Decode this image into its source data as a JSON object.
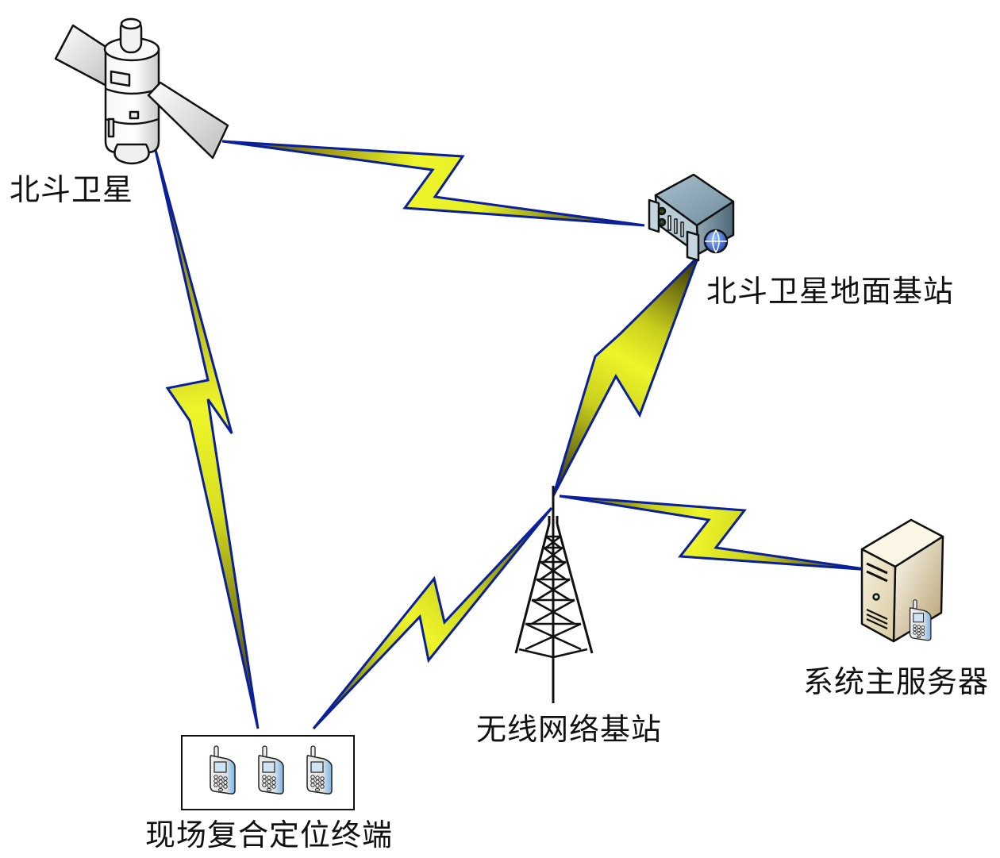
{
  "diagram": {
    "nodes": [
      {
        "id": "satellite",
        "label": "北斗卫星",
        "icon": "satellite-icon"
      },
      {
        "id": "ground_station",
        "label": "北斗卫星地面基站",
        "icon": "server-rack-globe-icon"
      },
      {
        "id": "wireless_tower",
        "label": "无线网络基站",
        "icon": "radio-tower-icon"
      },
      {
        "id": "main_server",
        "label": "系统主服务器",
        "icon": "tower-server-phone-icon"
      },
      {
        "id": "terminal",
        "label": "现场复合定位终端",
        "icon": "mobile-phone-icon",
        "device_count": 3
      }
    ],
    "links": [
      {
        "from": "satellite",
        "to": "ground_station",
        "style": "wireless-lightning"
      },
      {
        "from": "satellite",
        "to": "terminal",
        "style": "wireless-lightning"
      },
      {
        "from": "ground_station",
        "to": "wireless_tower",
        "style": "wireless-lightning"
      },
      {
        "from": "wireless_tower",
        "to": "main_server",
        "style": "wireless-lightning"
      },
      {
        "from": "terminal",
        "to": "wireless_tower",
        "style": "wireless-lightning"
      }
    ]
  },
  "colors": {
    "link_stroke": "#0a1f9c",
    "link_fill_light": "#eef52a",
    "link_fill_dark": "#4a4208",
    "label_text": "#111111",
    "background": "#ffffff"
  }
}
